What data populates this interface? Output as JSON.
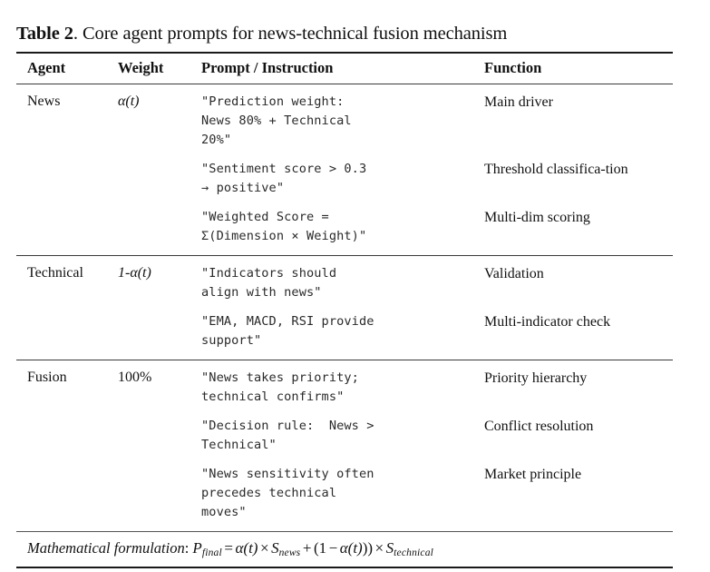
{
  "caption": {
    "lead": "Table 2",
    "rest": ". Core agent prompts for news-technical fusion mechanism"
  },
  "table": {
    "columns": [
      {
        "key": "agent",
        "label": "Agent"
      },
      {
        "key": "weight",
        "label": "Weight"
      },
      {
        "key": "prompt",
        "label": "Prompt / Instruction"
      },
      {
        "key": "function",
        "label": "Function"
      }
    ],
    "rows": [
      {
        "agent": "News",
        "weight": "α(t)",
        "items": [
          {
            "prompt": "\"Prediction weight:\nNews 80% + Technical\n20%\"",
            "function": "Main driver"
          },
          {
            "prompt": "\"Sentiment score > 0.3\n→ positive\"",
            "function": "Threshold classifica-tion"
          },
          {
            "prompt": "\"Weighted Score =\nΣ(Dimension × Weight)\"",
            "function": "Multi-dim scoring"
          }
        ]
      },
      {
        "agent": "Technical",
        "weight": "1-α(t)",
        "items": [
          {
            "prompt": "\"Indicators should\nalign with news\"",
            "function": "Validation"
          },
          {
            "prompt": "\"EMA, MACD, RSI provide\nsupport\"",
            "function": "Multi-indicator check"
          }
        ]
      },
      {
        "agent": "Fusion",
        "weight": "100%",
        "items": [
          {
            "prompt": "\"News takes priority;\ntechnical confirms\"",
            "function": "Priority hierarchy"
          },
          {
            "prompt": "\"Decision rule:  News >\nTechnical\"",
            "function": "Conflict resolution"
          },
          {
            "prompt": "\"News sensitivity often\nprecedes technical\nmoves\"",
            "function": "Market principle"
          }
        ]
      }
    ],
    "footer": {
      "label": "Mathematical formulation",
      "separator": ": ",
      "formula_plain": "P_final = α(t) × S_news + (1 − α(t)) × S_technical",
      "formula_parts": {
        "p": "P",
        "p_sub": "final",
        "equals": "=",
        "alpha1": "α(t)",
        "times1": "×",
        "s1": "S",
        "s1_sub": "news",
        "plus": "+",
        "open": "(",
        "one": "1",
        "minus": "−",
        "alpha2": "α(t)",
        "close": "))",
        "times2": "×",
        "s2": "S",
        "s2_sub": "technical"
      }
    }
  },
  "colors": {
    "page_background": "#ffffff",
    "text": "#111111",
    "mono_text": "#2a2a2a",
    "rule_heavy": "#1a1a1a",
    "rule_light": "#555555"
  }
}
